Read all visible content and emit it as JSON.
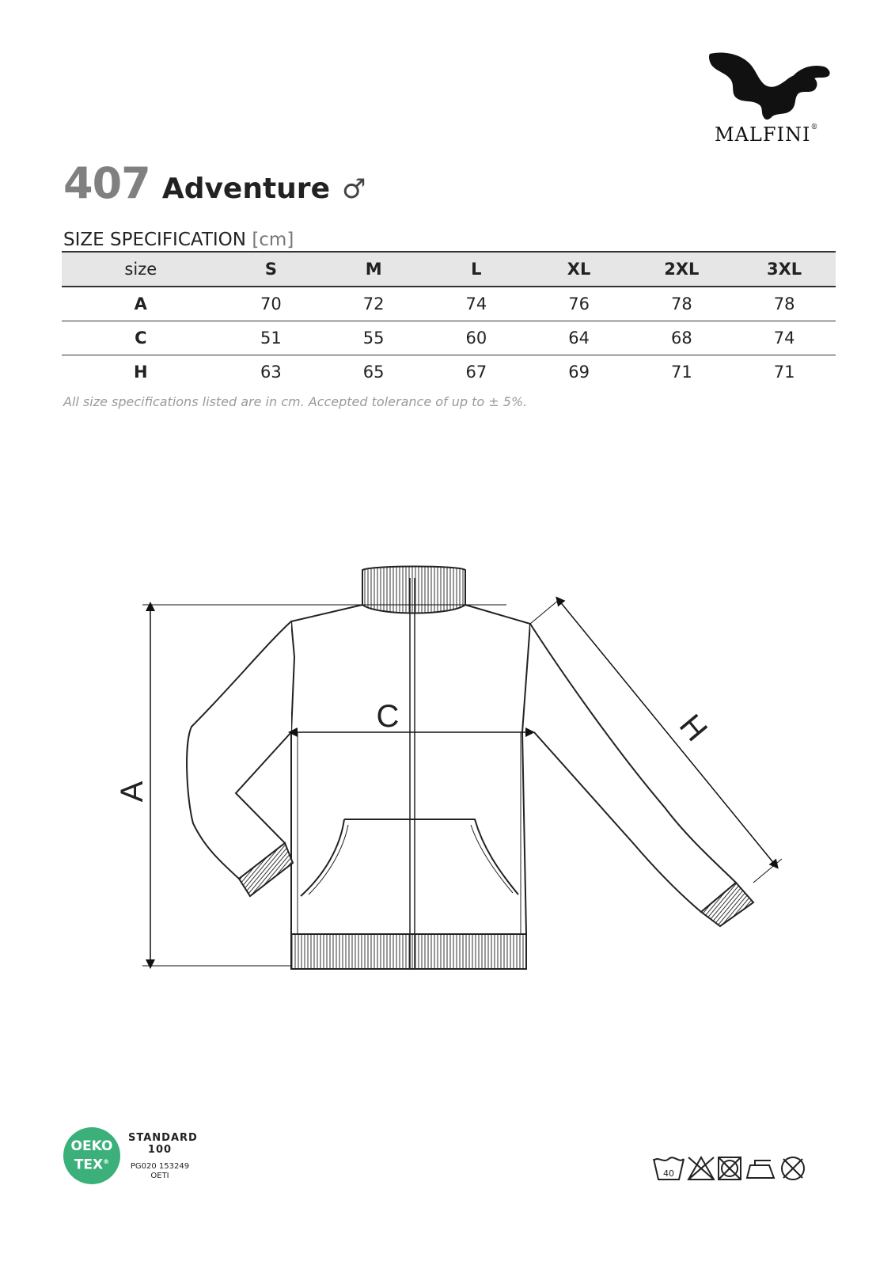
{
  "brand": {
    "name": "MALFINI",
    "registered": "®",
    "logo": "eagle-logo"
  },
  "product": {
    "code": "407",
    "name": "Adventure",
    "gender_symbol": "♂"
  },
  "spec": {
    "heading": "SIZE SPECIFICATION",
    "unit": "[cm]",
    "table": {
      "header": [
        "size",
        "S",
        "M",
        "L",
        "XL",
        "2XL",
        "3XL"
      ],
      "rows": [
        [
          "A",
          "70",
          "72",
          "74",
          "76",
          "78",
          "78"
        ],
        [
          "C",
          "51",
          "55",
          "60",
          "64",
          "68",
          "74"
        ],
        [
          "H",
          "63",
          "65",
          "67",
          "69",
          "71",
          "71"
        ]
      ]
    },
    "note": "All size specifications listed are in cm. Accepted tolerance of up to ± 5%."
  },
  "diagram": {
    "label_a": "A",
    "label_c": "C",
    "label_h": "H",
    "image": "jacket-measurement-diagram"
  },
  "certificate": {
    "badge_line1": "OEKO",
    "badge_line2": "TEX",
    "reg": "®",
    "standard_line1": "STANDARD",
    "standard_line2": "100",
    "code_line1": "PG020 153249",
    "code_line2": "OETI",
    "color": "#3bb07a"
  },
  "care": {
    "wash_temp": "40",
    "icons": [
      "wash-40-icon",
      "no-bleach-icon",
      "no-tumble-dry-icon",
      "iron-icon",
      "no-dry-clean-icon"
    ]
  }
}
